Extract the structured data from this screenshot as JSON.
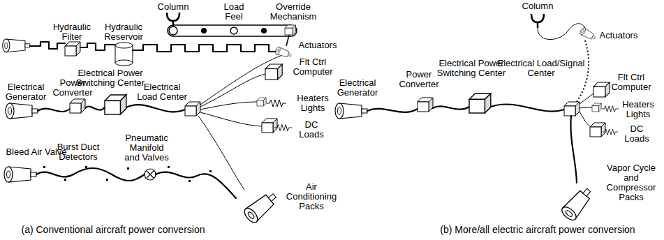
{
  "diagram": {
    "labels": [
      "Column",
      "Load Feel",
      "Hydraulic Filter",
      "Hydraulic Reservoir",
      "Override Mechanism",
      "Actuators",
      "Flt Ctrl Computer",
      "Electrical Power Switching Center",
      "Electrical Load Center",
      "Electrical Generator",
      "Power Converter",
      "Heaters Lights",
      "DC Loads",
      "Bleed Air Valve",
      "Burst Duct Detectors",
      "Pneumatic Manifold and Valves",
      "Air Conditioning Packs",
      "(a) Conventional aircraft power conversion",
      "Column",
      "Actuators",
      "Flt Ctrl Computer",
      "Electrical Generator",
      "Power Converter",
      "Electrical Power Switching Center",
      "Electrical Load/Signal Center",
      "Heaters Lights",
      "DC Loads",
      "Vapor Cycle and Compressor Packs",
      "(b) More/all electric aircraft power conversion"
    ]
  }
}
